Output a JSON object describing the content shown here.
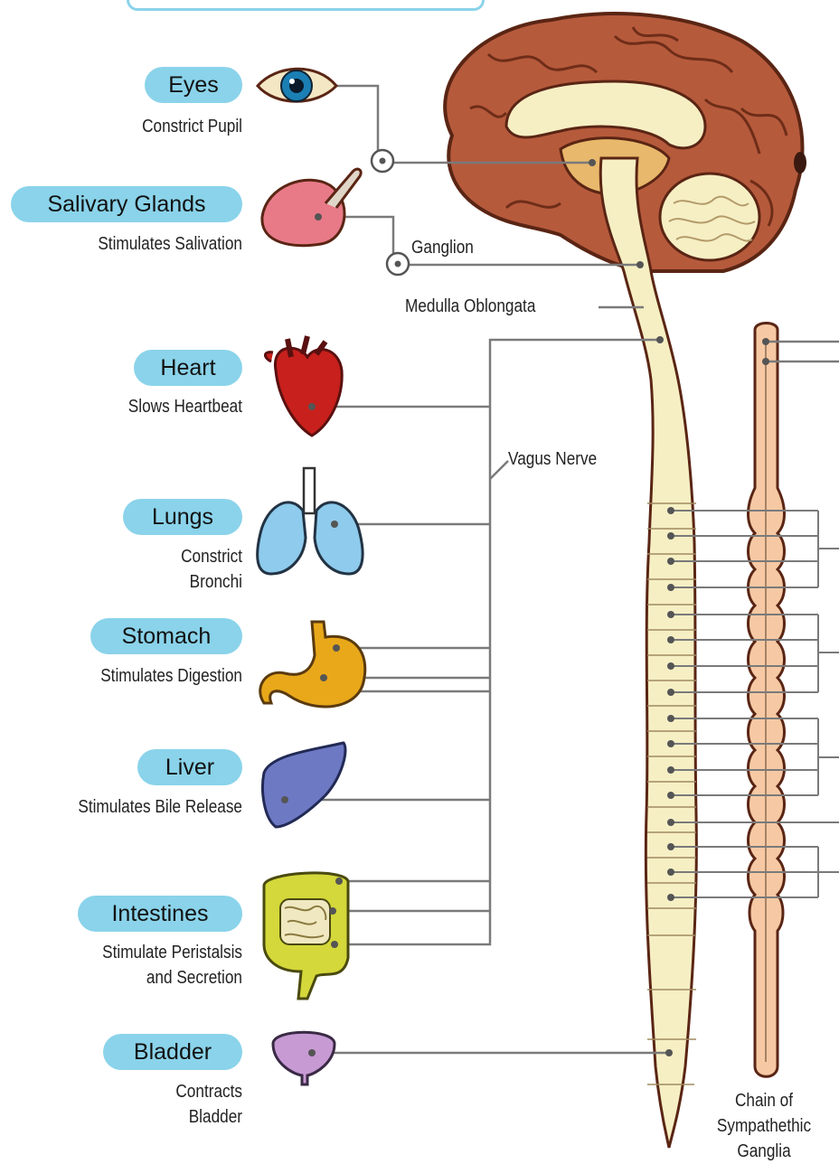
{
  "organs": [
    {
      "name": "Eyes",
      "effect": "Constrict Pupil"
    },
    {
      "name": "Salivary Glands",
      "effect": "Stimulates Salivation"
    },
    {
      "name": "Heart",
      "effect": "Slows Heartbeat"
    },
    {
      "name": "Lungs",
      "effect_line1": "Constrict",
      "effect_line2": "Bronchi"
    },
    {
      "name": "Stomach",
      "effect": "Stimulates Digestion"
    },
    {
      "name": "Liver",
      "effect": "Stimulates Bile Release"
    },
    {
      "name": "Intestines",
      "effect_line1": "Stimulate Peristalsis",
      "effect_line2": "and Secretion"
    },
    {
      "name": "Bladder",
      "effect_line1": "Contracts",
      "effect_line2": "Bladder"
    }
  ],
  "labels": {
    "ganglion": "Ganglion",
    "medulla": "Medulla Oblongata",
    "vagus": "Vagus Nerve",
    "chain_line1": "Chain of",
    "chain_line2": "Sympathethic",
    "chain_line3": "Ganglia"
  },
  "colors": {
    "pill": "#8ad3ea",
    "brain": "#b65a3c",
    "spinal_cord": "#f6efc4",
    "chain": "#f6c9a4",
    "nerve_line": "#7a7a7a"
  }
}
